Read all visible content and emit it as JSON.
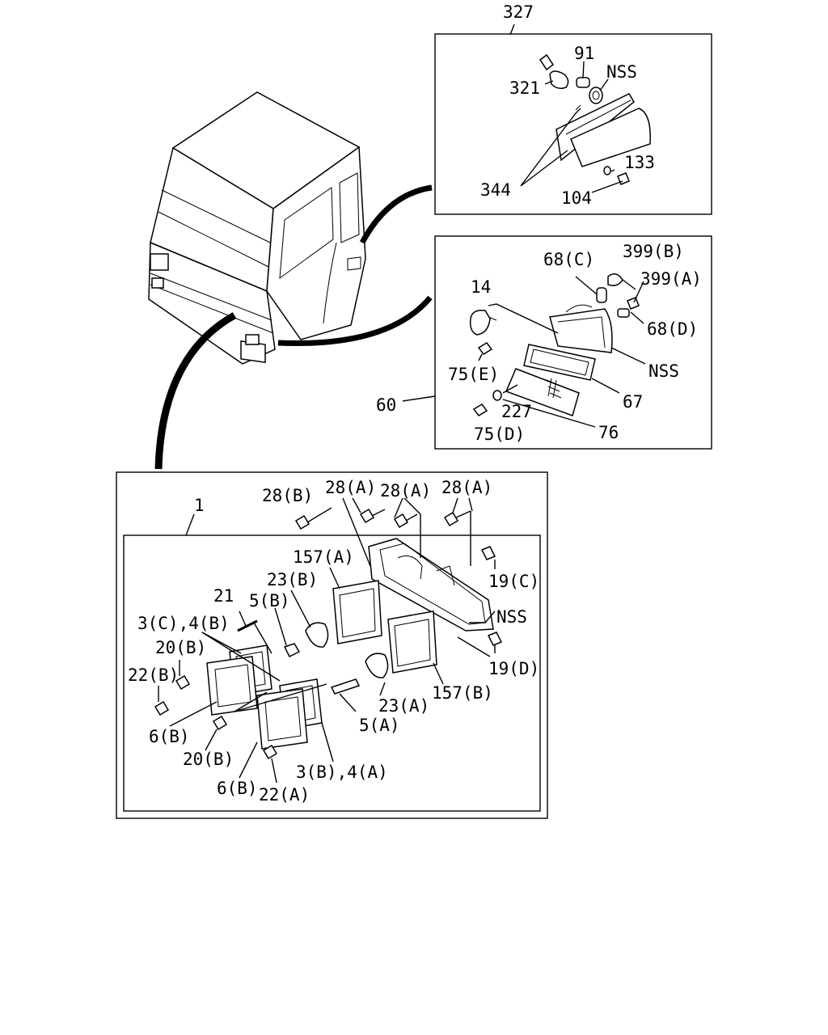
{
  "diagram": {
    "box_327": {
      "ref": "327",
      "labels": {
        "p91": "91",
        "nss": "NSS",
        "p321": "321",
        "p133": "133",
        "p344": "344",
        "p104": "104"
      }
    },
    "box_60": {
      "ref": "60",
      "labels": {
        "p68c": "68(C)",
        "p399b": "399(B)",
        "p14": "14",
        "p399a": "399(A)",
        "p68d": "68(D)",
        "nss": "NSS",
        "p75e": "75(E)",
        "p67": "67",
        "p227": "227",
        "p75d": "75(D)",
        "p76": "76"
      }
    },
    "box_1": {
      "ref": "1",
      "labels": {
        "p28b": "28(B)",
        "p28a_1": "28(A)",
        "p28a_2": "28(A)",
        "p28a_3": "28(A)",
        "p157a": "157(A)",
        "p23b": "23(B)",
        "p21": "21",
        "p5b": "5(B)",
        "p19c": "19(C)",
        "p3c4b": "3(C),4(B)",
        "nss": "NSS",
        "p20b_1": "20(B)",
        "p22b": "22(B)",
        "p19d": "19(D)",
        "p157b": "157(B)",
        "p23a": "23(A)",
        "p5a": "5(A)",
        "p6b_1": "6(B)",
        "p20b_2": "20(B)",
        "p3b4a": "3(B),4(A)",
        "p6b_2": "6(B)",
        "p22a": "22(A)"
      }
    }
  }
}
